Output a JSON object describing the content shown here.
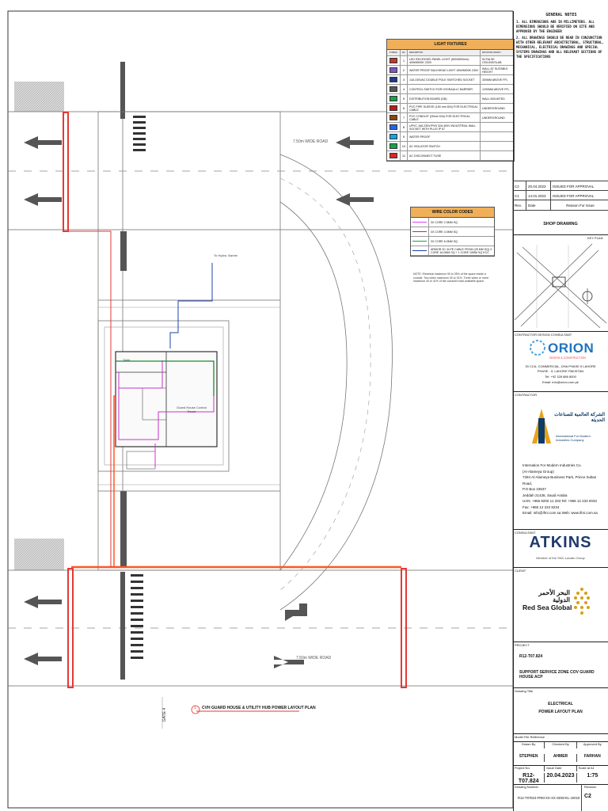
{
  "general_notes": {
    "title": "GENERAL NOTES",
    "items": [
      {
        "num": "1.",
        "text": "ALL DIMENSIONS ARE IN MILLIMETERS. ALL DIMENSIONS SHOULD BE VERIFIED ON SITE AND APPROVED BY THE ENGINEER"
      },
      {
        "num": "2.",
        "text": "ALL DRAWINGS SHOULD BE READ IN CONJUNCTION WITH OTHER RELEVANT ARCHITECTURAL, STRUCTURAL, MECHANICAL, ELECTRICAL DRAWINGS AND SPECIAL SYSTEMS DRAWINGS AND ALL RELEVANT SECTIONS OF THE SPECIFICATIONS"
      }
    ]
  },
  "light_fixtures": {
    "title": "LIGHT FIXTURES",
    "headers": [
      "SYMBOL",
      "NO.",
      "DESCRIPTION",
      "MOUNTING HEIGHT"
    ],
    "rows": [
      {
        "num": "1",
        "desc": "LED RECESSED PANEL LIGHT (600X600mm) 40W/6500K 230V",
        "loc": "IN FALSE CEILING/SLAB",
        "color": "#c0392b"
      },
      {
        "num": "2",
        "desc": "WATER PROOF BULKHEAD LIGHT 15W/6500K 230V",
        "loc": "WALL AT SUITABLE HEIGHT",
        "color": "#7e57c2"
      },
      {
        "num": "3",
        "desc": "13A 230VAC DOUBLE POLE SWITCHED SOCKET",
        "loc": "300MM ABOVE FFL",
        "color": "#1e3a8a"
      },
      {
        "num": "4",
        "desc": "CONTROL SWITCH FOR HYDRAULIC BARRIER",
        "loc": "1200MM ABOVE FFL",
        "color": "#555555"
      },
      {
        "num": "5",
        "desc": "DISTRIBUTION BOARD (DB)",
        "loc": "WALL MOUNTED",
        "color": "#16a34a"
      },
      {
        "num": "6",
        "desc": "PVC PIPE SLEEVE (150 mm DIA) FOR ELECTRICAL CABLE",
        "loc": "UNDERGROUND",
        "color": "#b91c1c"
      },
      {
        "num": "7",
        "desc": "PVC CONDUIT (25mm DIA) FOR ELECTRICAL CABLE",
        "loc": "UNDERGROUND",
        "color": "#8b4513"
      },
      {
        "num": "8",
        "desc": "UPVC 16A 230V/PVN 32A 400V INDUSTRIAL WALL SOCKET WITH PLUG IP 67",
        "loc": "",
        "color": "#2563eb"
      },
      {
        "num": "9",
        "desc": "WATER PROOF",
        "loc": "",
        "color": "#0ea5e9"
      },
      {
        "num": "10",
        "desc": "AC ISOLATOR SWITCH",
        "loc": "",
        "color": "#16a34a"
      },
      {
        "num": "11",
        "desc": "AC DISCONNECT FUSE",
        "loc": "",
        "color": "#dc2626"
      }
    ]
  },
  "revisions": [
    {
      "rev": "C2",
      "date": "20.04.2023",
      "reason": "ISSUED FOR APPROVAL"
    },
    {
      "rev": "C1",
      "date": "14.01.2023",
      "reason": "ISSUED FOR APPROVAL"
    }
  ],
  "revision_headers": {
    "rev": "Rev.",
    "date": "Date",
    "reason": "Reason For Issue"
  },
  "wire_codes": {
    "title": "WIRE COLOR CODES",
    "rows": [
      {
        "desc": "3X CORE 2.5MM SQ",
        "color": "#d946ef"
      },
      {
        "desc": "3X CORE 4.0MM SQ",
        "color": "#dc2626"
      },
      {
        "desc": "3X CORE 6.0MM SQ",
        "color": "#16a34a"
      },
      {
        "desc": "ARMOR 3C XLPE CABLE FROM (25 MM SQ) 3 CORE 16.0MM SQ + 1 CORE 10MM SQ ECC",
        "color": "#1e40af"
      }
    ],
    "note": "NOTE: Electrical maximum 90 to 25% of the space inside a conduit. Two wires maximum 30 to 31%. Three wires or more: maximum 40 to 41% of the conduit's total available space."
  },
  "drawing_status": "SHOP DRAWING",
  "key_plan_label": "KEY PLAN",
  "contractor_design_label": "CONTRACTOR DESIGN CONSULTANT",
  "orion": {
    "name": "ORION",
    "tagline": "DESIGN & CONSTRUCTION",
    "addr1": "33 CCA, COMMERCIAL, DHA PHASE 5 LAHORE",
    "addr2": "PHASE - 5, LAHORE PAKISTAN",
    "tel": "Tel: +92 326 886 8000",
    "email": "Email: info@orion.com.pk"
  },
  "contractor_label": "CONTRACTOR",
  "contractor": {
    "arabic": "الشركة العالمية للصناعات الحديثة",
    "english": "International For Modern Industries Company",
    "lines": [
      "Internation For Modern Industries Co.",
      "(Al-Alameya Group)",
      "7284 Al-Alameya Business Park, Prince Sultan Road,",
      "P.O Box 23637",
      "Jeddah 21436, Saudi Arabia",
      "UAN: +966 9200 11 333 Tel: +966 12 233 0033",
      "Fax: +966 12 222 8234",
      "Email: info@ifmi.com.sa Web: www.ifmi.com.sa"
    ]
  },
  "consultant_label": "CONSULTANT",
  "consultant": {
    "name": "ATKINS",
    "tag": "Member of the SNC-Lavalin Group"
  },
  "client_label": "CLIENT",
  "client": {
    "arabic": "البحر الأحمر الدولية",
    "english": "Red Sea Global"
  },
  "project_label": "PROJECT",
  "project": {
    "code": "R12-T07.824",
    "title": "SUPPORT SERVICE ZONE COV GUARD HOUSE ACP"
  },
  "drawing_title_label": "Drawing Title",
  "drawing_title": {
    "line1": "ELECTRICAL",
    "line2": "POWER LAYOUT PLAN"
  },
  "model_ref_label": "Model File Reference",
  "people_headers": {
    "drawn": "Drawn By",
    "checked": "Checked By",
    "approved": "Approved By"
  },
  "people": {
    "drawn": "STEPHEN",
    "checked": "AHMER",
    "approved": "FARHAN"
  },
  "meta_headers": {
    "project_no": "Project No.",
    "issue_date": "Issue Date",
    "scale": "Scale at A1"
  },
  "meta": {
    "project_no": "R12-T07.824",
    "issue_date": "20.04.2023",
    "scale": "1:75"
  },
  "drawing_number_label": "Drawing Number",
  "revision_label": "Revision",
  "drawing_number": "R12-T07824-FRM-XX-XX-SDW-EL-10010",
  "revision": "C2",
  "plan": {
    "road_label_top": "7.50m WIDE ROAD",
    "road_label_bottom": "7.50m WIDE ROAD",
    "gate_label": "GATE 4",
    "title_num": "1",
    "title": "CVH GUARD HOUSE & UTILITY HUB POWER LAYOUT PLAN",
    "room_label": "Guard House Control Room",
    "room_label2": "Toilet",
    "callout": "To Hydra. Barrier"
  },
  "colors": {
    "red": "#e53935",
    "orange": "#ff5722",
    "magenta": "#cc33cc",
    "green": "#1b8a2e",
    "blue": "#1e40af"
  }
}
